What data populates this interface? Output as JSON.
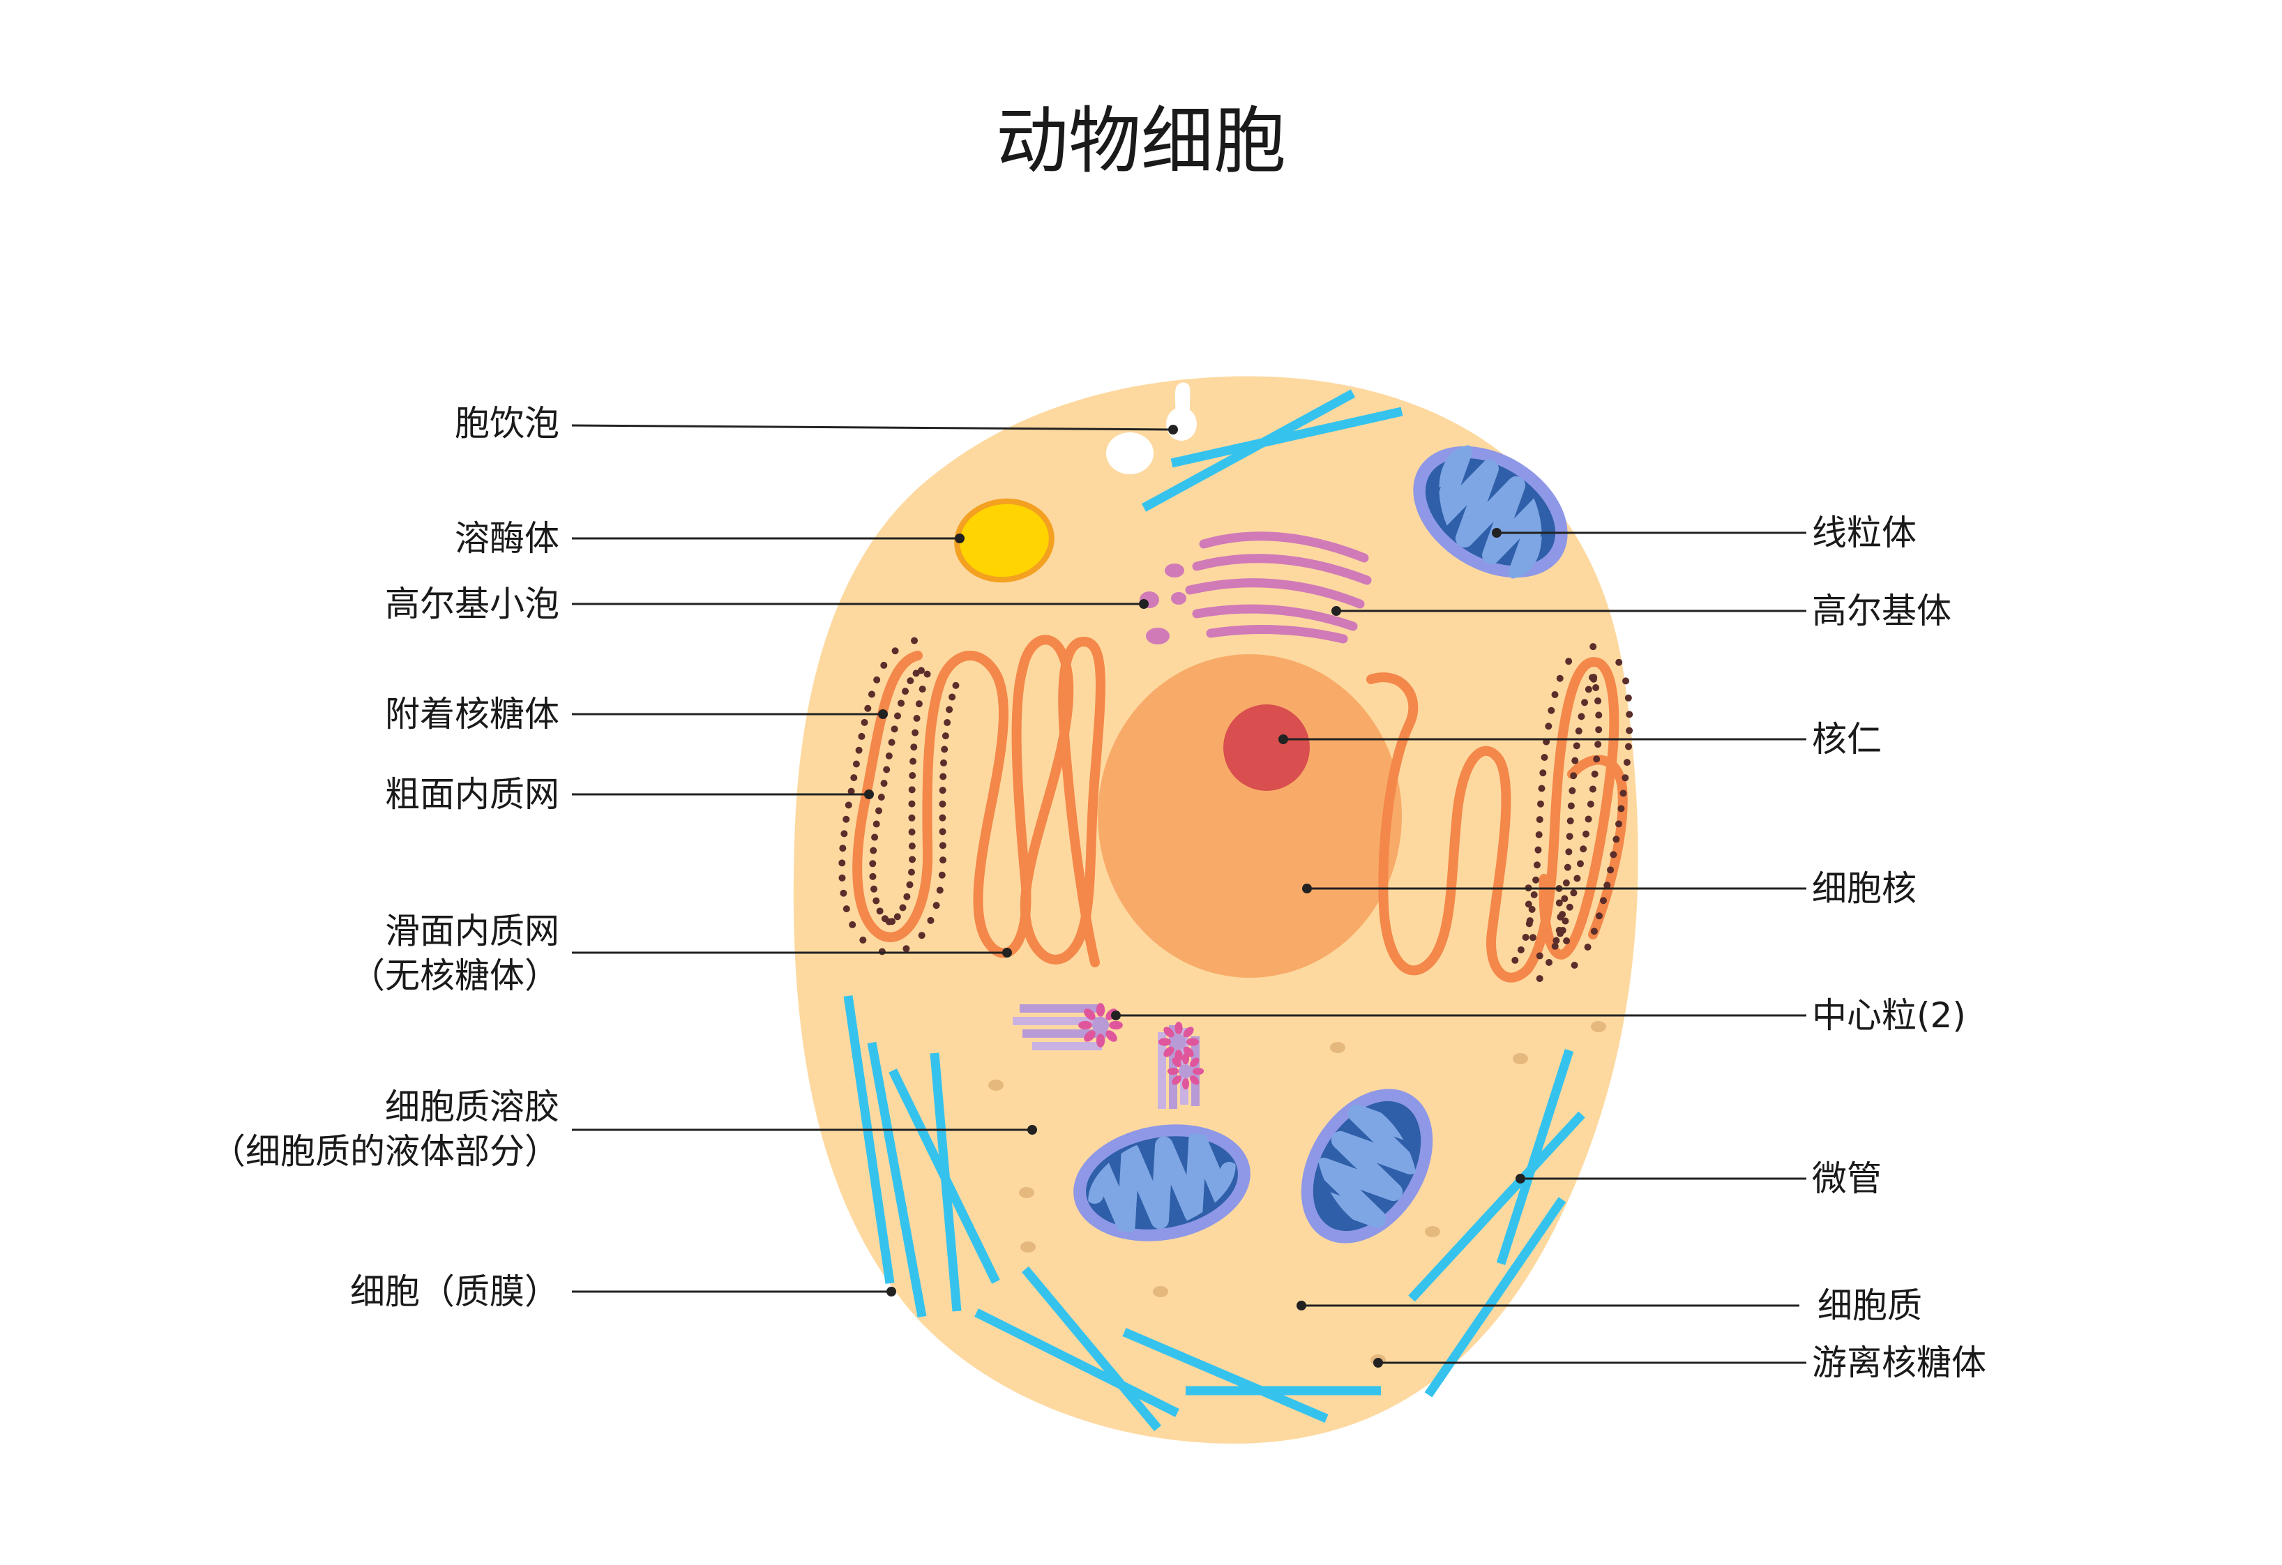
{
  "title": "动物细胞",
  "colors": {
    "cytoplasm": "#FDD9A0",
    "nucleus": "#F8AB68",
    "nucleolus": "#D94E4E",
    "er": "#F4874A",
    "ribosome": "#5A2E2A",
    "mitochondria_outer": "#8E98E6",
    "mitochondria_inner": "#2E5FA8",
    "mitochondria_crista": "#7FA6E4",
    "golgi": "#D07AB8",
    "lysosome": "#FFD400",
    "lysosome_edge": "#F4A020",
    "microtubule": "#35C3EE",
    "centriole_pink": "#E0569C",
    "centriole_violet": "#B79AD6",
    "vesicle": "#FFFFFF",
    "leader": "#222222"
  },
  "labels": {
    "pinocytic_vesicle": {
      "lines": [
        "胞饮泡"
      ]
    },
    "lysosome": {
      "lines": [
        "溶酶体"
      ]
    },
    "golgi_vesicle": {
      "lines": [
        "高尔基小泡"
      ]
    },
    "attached_ribosome": {
      "lines": [
        "附着核糖体"
      ]
    },
    "rough_er": {
      "lines": [
        "粗面内质网"
      ]
    },
    "smooth_er": {
      "lines": [
        "滑面内质网",
        "（无核糖体）"
      ]
    },
    "cytosol": {
      "lines": [
        "细胞质溶胶",
        "（细胞质的液体部分）"
      ]
    },
    "cell_membrane": {
      "lines": [
        "细胞（质膜）"
      ]
    },
    "mitochondrion": {
      "lines": [
        "线粒体"
      ]
    },
    "golgi_body": {
      "lines": [
        "高尔基体"
      ]
    },
    "nucleolus": {
      "lines": [
        "核仁"
      ]
    },
    "nucleus": {
      "lines": [
        "细胞核"
      ]
    },
    "centriole": {
      "lines": [
        "中心粒(2)"
      ]
    },
    "microtubule": {
      "lines": [
        "微管"
      ]
    },
    "cytoplasm": {
      "lines": [
        "细胞质"
      ]
    },
    "free_ribosome": {
      "lines": [
        "游离核糖体"
      ]
    }
  }
}
